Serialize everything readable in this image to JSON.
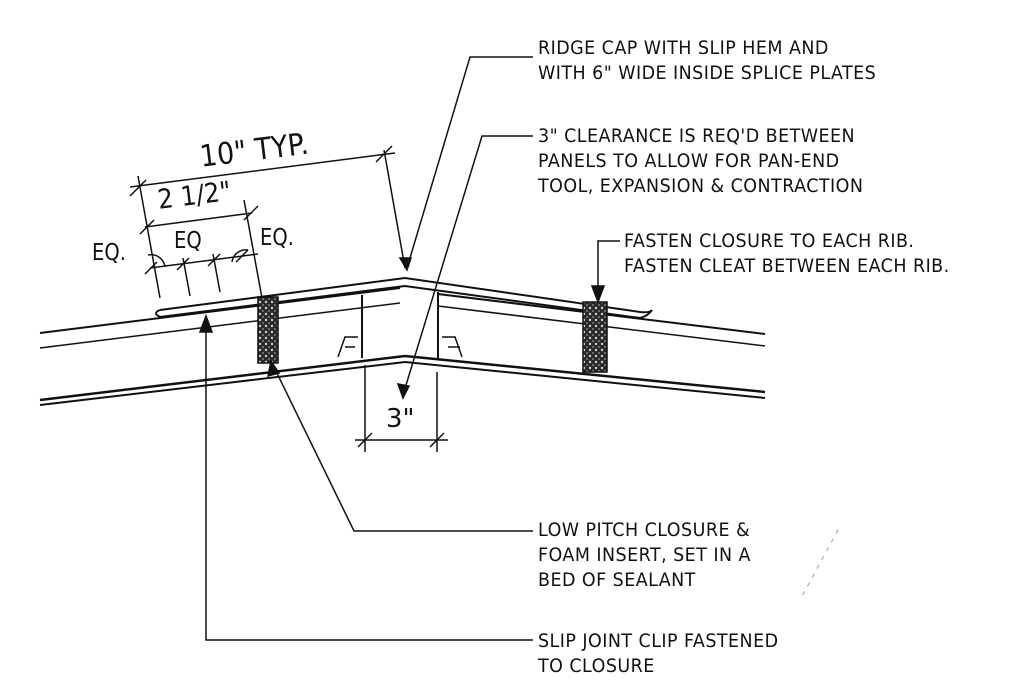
{
  "callouts": {
    "ridge_cap": [
      "RIDGE CAP WITH SLIP HEM AND",
      "WITH 6\" WIDE INSIDE SPLICE PLATES"
    ],
    "clearance": [
      "3\" CLEARANCE IS REQ'D BETWEEN",
      "PANELS TO ALLOW FOR PAN-END",
      "TOOL, EXPANSION & CONTRACTION"
    ],
    "fasten": [
      "FASTEN CLOSURE TO EACH RIB.",
      "FASTEN CLEAT BETWEEN EACH RIB."
    ],
    "closure": [
      "LOW PITCH CLOSURE &",
      "FOAM INSERT, SET IN A",
      "BED OF SEALANT"
    ],
    "clip": [
      "SLIP JOINT CLIP FASTENED",
      "TO CLOSURE"
    ]
  },
  "dimensions": {
    "typ": "10\" TYP.",
    "half": "2 1/2\"",
    "eq_left": "EQ.",
    "eq_mid": "EQ",
    "eq_right": "EQ.",
    "gap": "3\""
  },
  "colors": {
    "ink": "#111111",
    "paper": "#ffffff"
  }
}
